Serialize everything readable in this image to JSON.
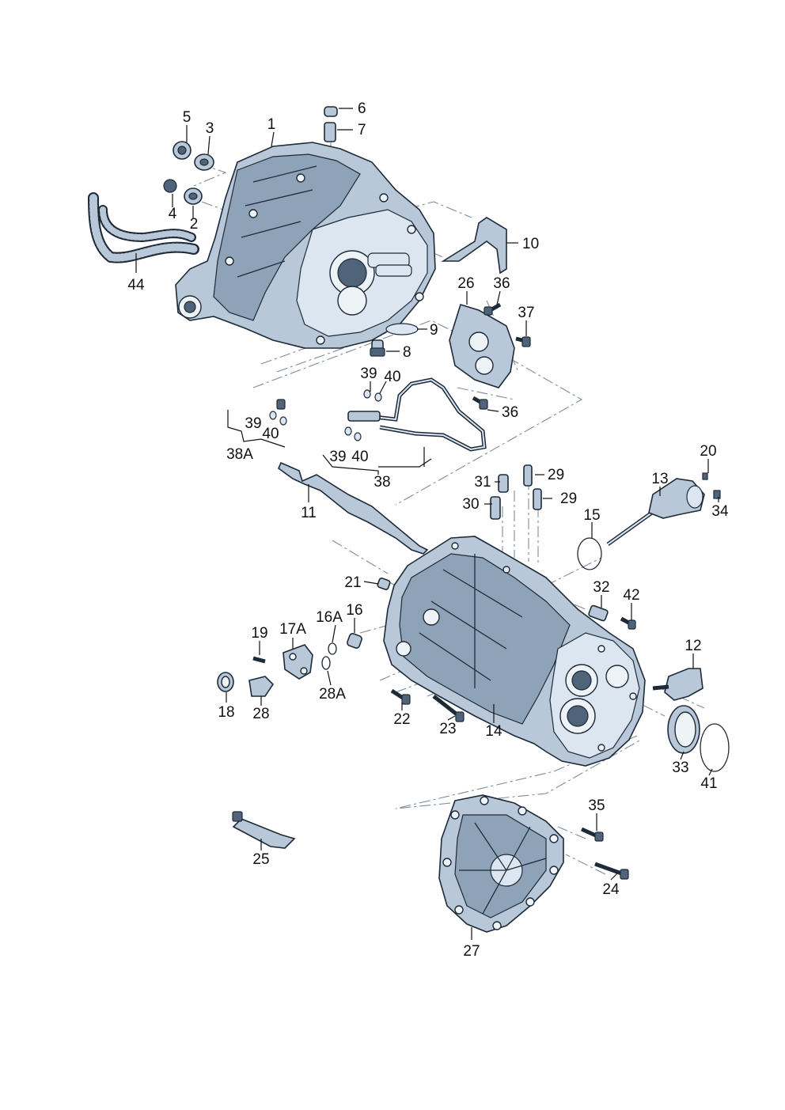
{
  "labels": {
    "p1": "1",
    "p2": "2",
    "p3": "3",
    "p4": "4",
    "p5": "5",
    "p6": "6",
    "p7": "7",
    "p8": "8",
    "p9": "9",
    "p10": "10",
    "p11": "11",
    "p12": "12",
    "p13": "13",
    "p14": "14",
    "p15": "15",
    "p16": "16",
    "p16a": "16A",
    "p17a": "17A",
    "p18": "18",
    "p19": "19",
    "p20": "20",
    "p21": "21",
    "p22": "22",
    "p23": "23",
    "p24": "24",
    "p25": "25",
    "p26": "26",
    "p27": "27",
    "p28": "28",
    "p28a": "28A",
    "p29a": "29",
    "p29b": "29",
    "p30": "30",
    "p31": "31",
    "p32": "32",
    "p33": "33",
    "p34": "34",
    "p35": "35",
    "p36a": "36",
    "p36b": "36",
    "p37": "37",
    "p38": "38",
    "p38a": "38A",
    "p39a": "39",
    "p39b": "39",
    "p39c": "39",
    "p40a": "40",
    "p40b": "40",
    "p40c": "40",
    "p41": "41",
    "p42": "42",
    "p44": "44"
  }
}
